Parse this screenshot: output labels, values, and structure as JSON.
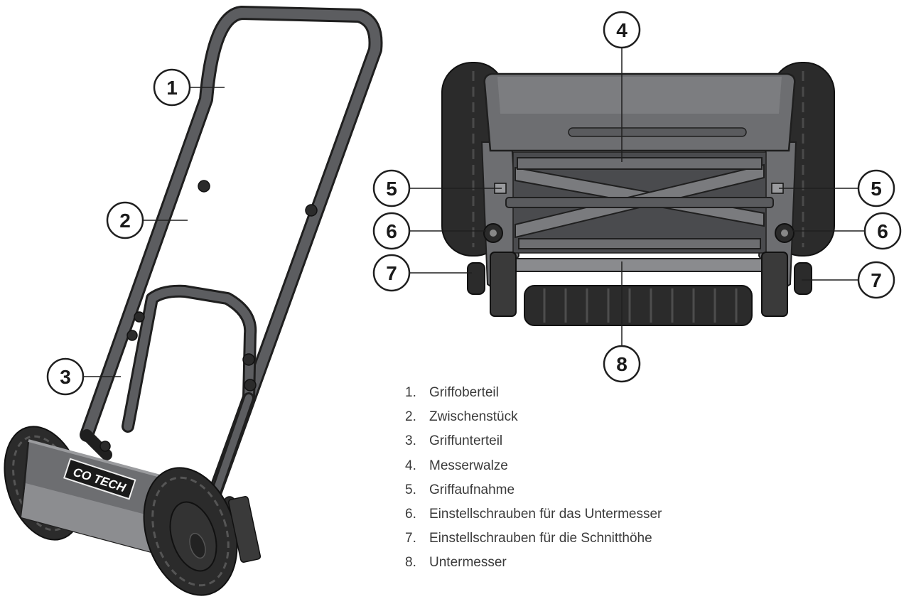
{
  "brand": "CO-TECH",
  "callouts": {
    "left": [
      "1",
      "2",
      "3"
    ],
    "right": [
      "4",
      "5",
      "5",
      "6",
      "6",
      "7",
      "7",
      "8"
    ]
  },
  "legend": [
    {
      "num": "1.",
      "text": "Griffoberteil"
    },
    {
      "num": "2.",
      "text": "Zwischenstück"
    },
    {
      "num": "3.",
      "text": "Griffunterteil"
    },
    {
      "num": "4.",
      "text": "Messerwalze"
    },
    {
      "num": "5.",
      "text": "Griffaufnahme"
    },
    {
      "num": "6.",
      "text": "Einstellschrauben für das Untermesser"
    },
    {
      "num": "7.",
      "text": "Einstellschrauben für die Schnitthöhe"
    },
    {
      "num": "8.",
      "text": "Untermesser"
    }
  ],
  "colors": {
    "frame": "#5c5d60",
    "body": "#6d6e71",
    "tire": "#2b2b2b",
    "outline": "#1f1f1f"
  }
}
